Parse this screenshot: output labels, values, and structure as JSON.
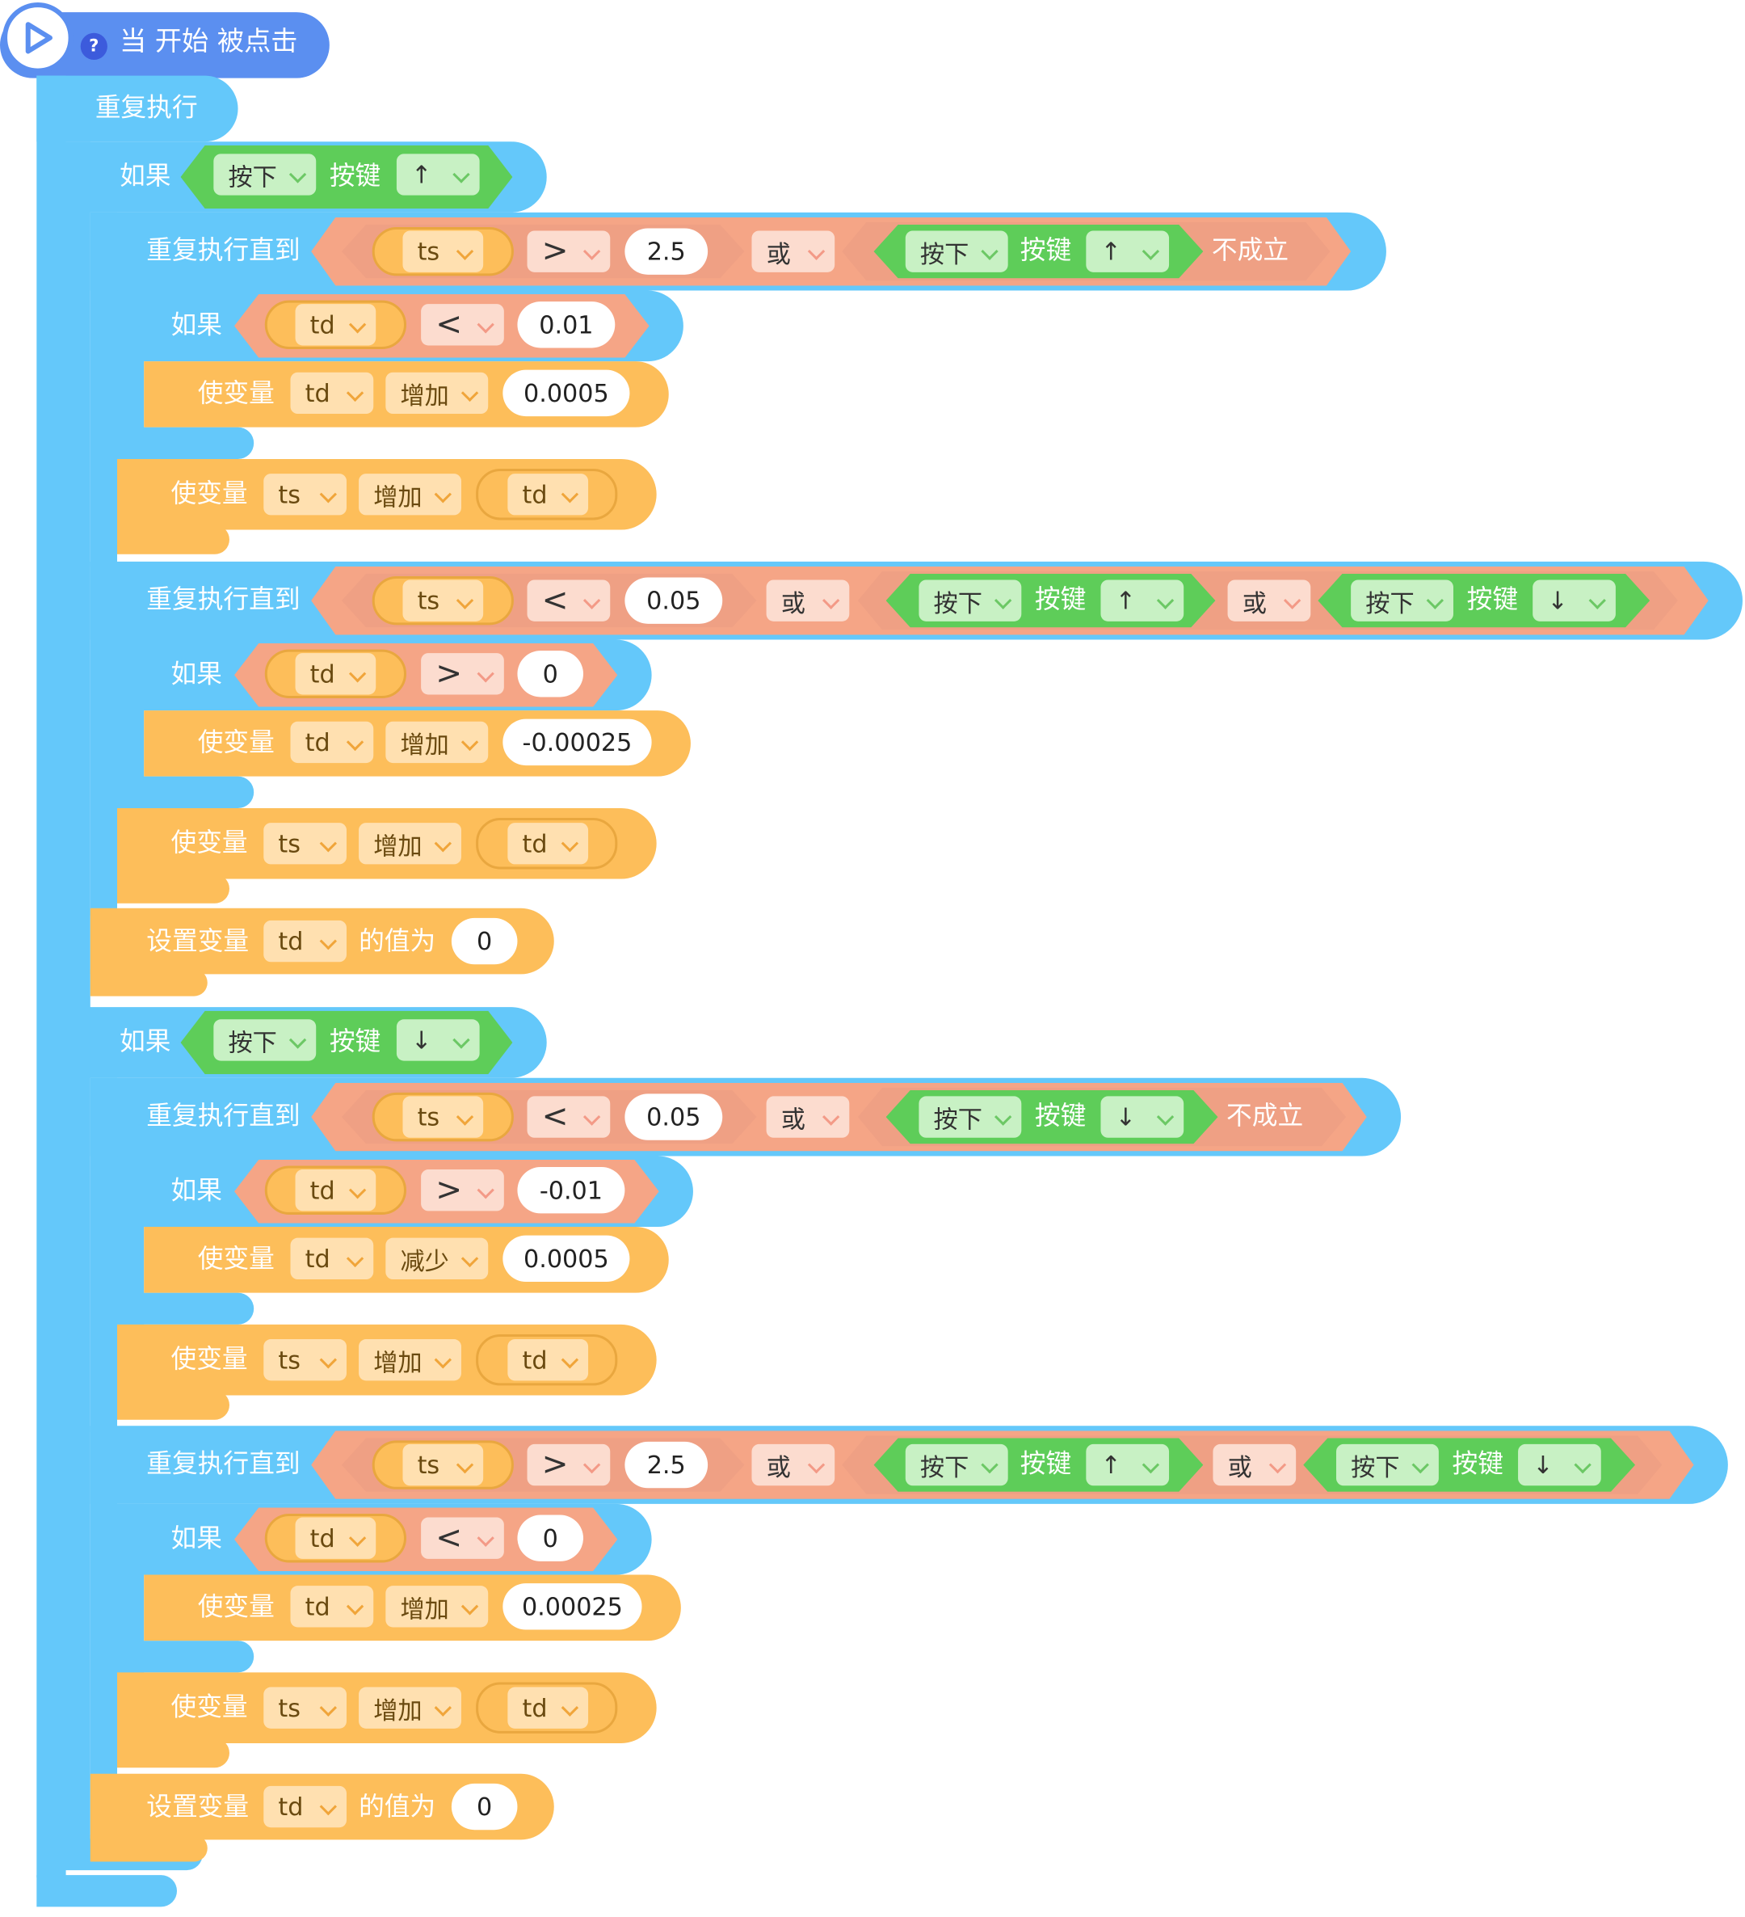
{
  "hat": {
    "label": "当 开始 被点击",
    "help": "?"
  },
  "forever": {
    "label": "重复执行"
  },
  "kw": {
    "if": "如果",
    "repeat_until": "重复执行直到",
    "change_var": "使变量",
    "set_var": "设置变量",
    "value_of": "的值为",
    "pressed": "按下",
    "key": "按键",
    "or": "或",
    "not": "不成立",
    "increase": "增加",
    "decrease": "减少"
  },
  "vars": {
    "ts": "ts",
    "td": "td"
  },
  "ops": {
    "gt": ">",
    "lt": "<"
  },
  "keys": {
    "up": "↑",
    "down": "↓"
  },
  "numbers": {
    "n_2_5": "2.5",
    "n_0_01": "0.01",
    "n_0_0005": "0.0005",
    "n_0_05": "0.05",
    "n_0": "0",
    "n_neg_0_00025": "-0.00025",
    "n_neg_0_01": "-0.01",
    "n_0_00025": "0.00025"
  },
  "colors": {
    "control": "#64C8FA",
    "variable": "#FDBE5A",
    "operator": "#F5A586",
    "sensing": "#5ECD59",
    "event": "#5B8FF0"
  }
}
